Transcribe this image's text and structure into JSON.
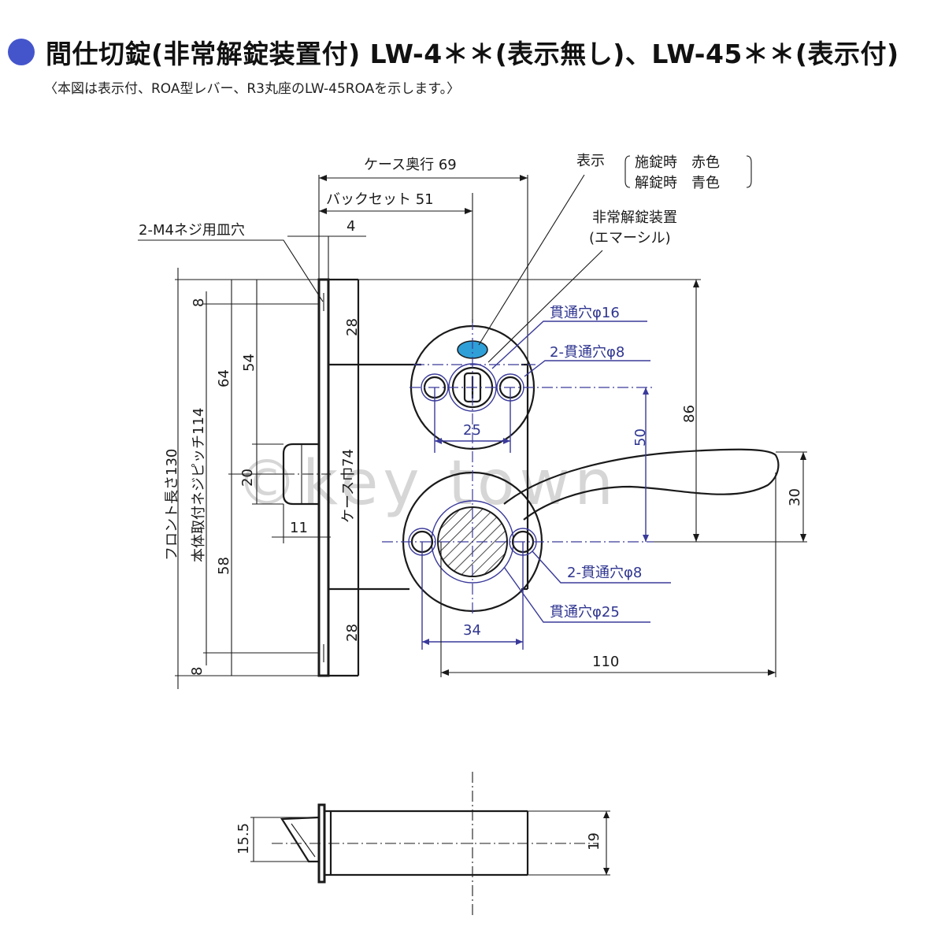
{
  "header": {
    "title": "間仕切錠(非常解錠装置付) LW-4＊＊(表示無し)、LW-45＊＊(表示付)",
    "subtitle": "〈本図は表示付、ROA型レバー、R3丸座のLW-45ROAを示します。〉"
  },
  "watermark": "©key town",
  "colors": {
    "accent": "#4455cc",
    "indicator": "#2f9fd8",
    "dimension_blue": "#2f3590",
    "line": "#1a1a1a"
  },
  "labels": {
    "case_depth": "ケース奥行 69",
    "backset": "バックセット 51",
    "screw_hole": "2-M4ネジ用皿穴",
    "dim_4": "4",
    "indicator": "表示",
    "locked": "施錠時　赤色",
    "unlocked": "解錠時　青色",
    "emergency_release": "非常解錠装置",
    "emergency_release_name": "(エマーシル)",
    "through_hole_16": "貫通穴φ16",
    "through_holes_8_upper": "2-貫通穴φ8",
    "through_holes_8_lower": "2-貫通穴φ8",
    "through_hole_25": "貫通穴φ25",
    "front_length": "フロント長さ130",
    "screw_pitch": "本体取付ネジピッチ114",
    "case_width": "ケース巾74",
    "dim_8_top": "8",
    "dim_28_top": "28",
    "dim_64": "64",
    "dim_54": "54",
    "dim_20": "20",
    "dim_11": "11",
    "dim_58": "58",
    "dim_28_bottom": "28",
    "dim_8_bottom": "8",
    "dim_25": "25",
    "dim_50": "50",
    "dim_86": "86",
    "dim_30": "30",
    "dim_34": "34",
    "dim_110": "110",
    "dim_15_5": "15.5",
    "dim_19": "19"
  }
}
